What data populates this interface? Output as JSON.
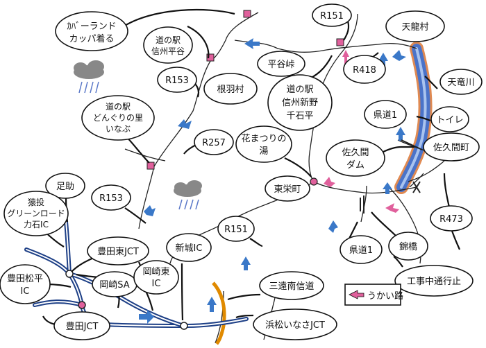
{
  "map": {
    "labels": {
      "kabalando": [
        "ｶﾊﾞーランド",
        "カッパ着る"
      ],
      "michi_heiya": [
        "道の駅",
        "信州平谷"
      ],
      "r153_top": "R153",
      "neba": "根羽村",
      "r151_top": "R151",
      "hirayatoge": "平谷峠",
      "tenryu_village": "天龍村",
      "r418": "R418",
      "michi_shinano": [
        "道の駅",
        "信州新野",
        "千石平"
      ],
      "tenryugawa": "天竜川",
      "kendo1_upper": "県道1",
      "toire": "トイレ",
      "sakuma_dam": [
        "佐久間",
        "ダム"
      ],
      "sakuma_town": "佐久間町",
      "michi_donguri": [
        "道の駅",
        "どんぐりの里",
        "いなぶ"
      ],
      "r257": "R257",
      "hanamatsuri": [
        "花まつりの",
        "湯"
      ],
      "toei_town": "東栄町",
      "asuke": "足助",
      "r153_mid": "R153",
      "sanage": [
        "猿投",
        "グリーンロード",
        "力石IC"
      ],
      "r151_lower": "R151",
      "kendo1_lower": "県道1",
      "nishikibashi": "錦橋",
      "r473": "R473",
      "toyota_higashi_jct": [
        "豊田東JCT"
      ],
      "shinshiro_ic": "新城IC",
      "toyota_matsudaira": [
        "豊田松平",
        "IC"
      ],
      "okazaki_sa": "岡崎SA",
      "okazaki_higashi": [
        "岡崎東",
        "IC"
      ],
      "sanen_minami": "三遠南信道",
      "kouji_tsuukoudome": "工事中通行止",
      "detour_legend": "うかい路",
      "toyota_jct": "豊田JCT",
      "hamamatsu_inasa_jct": "浜松いなさJCT"
    },
    "colors": {
      "expressway": "#1d3f86",
      "sanen_road": "#e08a00",
      "river": "#4a73c9",
      "riverbank": "#e08a52",
      "station": "#e0609c",
      "arrow_blue": "#3a78c8",
      "arrow_pink": "#e0609c",
      "cloud": "#888888",
      "rain": "#5a78c8"
    }
  }
}
